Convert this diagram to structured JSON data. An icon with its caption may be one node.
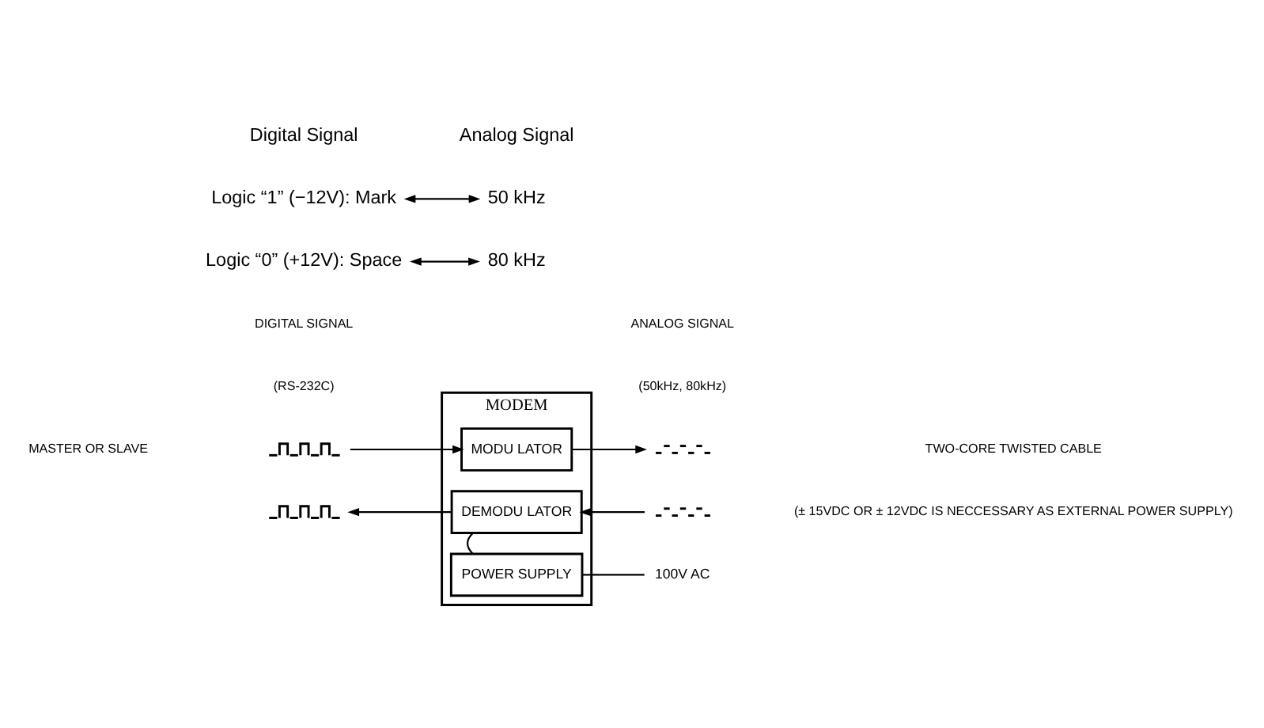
{
  "diagram": {
    "nodes": [
      {
        "text": [
          "Logic “1” (−12V): Mark"
        ]
      },
      {
        "text": [
          "50 kHz"
        ]
      },
      {
        "text": [
          "Logic “0” (+12V): Space"
        ]
      },
      {
        "text": [
          "80 kHz"
        ]
      },
      {
        "text": [],
        "shape": "picture"
      },
      {
        "text": [],
        "shape": "picture"
      },
      {
        "text": [
          "MODEM"
        ]
      },
      {
        "text": [
          "MODU LATOR"
        ],
        "in": 6
      },
      {
        "text": [
          "DEMODU LATOR"
        ],
        "in": 6
      },
      {
        "text": [
          "POWER SUPPLY"
        ],
        "in": 6
      },
      {
        "text": [],
        "shape": "picture"
      },
      {
        "text": [],
        "shape": "picture"
      },
      {
        "text": [
          "100V AC"
        ]
      }
    ],
    "edges": [
      {
        "from": 0,
        "to": 1,
        "arrow": "both"
      },
      {
        "from": 2,
        "to": 3,
        "arrow": "both"
      },
      {
        "from": 4,
        "to": 7,
        "arrow": "to"
      },
      {
        "from": 7,
        "to": 10,
        "arrow": "to"
      },
      {
        "from": 8,
        "to": 5,
        "arrow": "to"
      },
      {
        "from": 11,
        "to": 8,
        "arrow": "to"
      },
      {
        "from": 8,
        "to": 9,
        "arrow": "none"
      },
      {
        "from": 9,
        "to": 12,
        "arrow": "none"
      }
    ],
    "labels": [
      "Digital Signal",
      "Analog Signal",
      "DIGITAL SIGNAL",
      "(RS-232C)",
      "ANALOG SIGNAL",
      "(50kHz, 80kHz)",
      "MASTER OR SLAVE",
      "TWO-CORE TWISTED CABLE",
      "(± 15VDC OR ± 12VDC IS NECCESSARY AS EXTERNAL POWER SUPPLY)"
    ]
  }
}
